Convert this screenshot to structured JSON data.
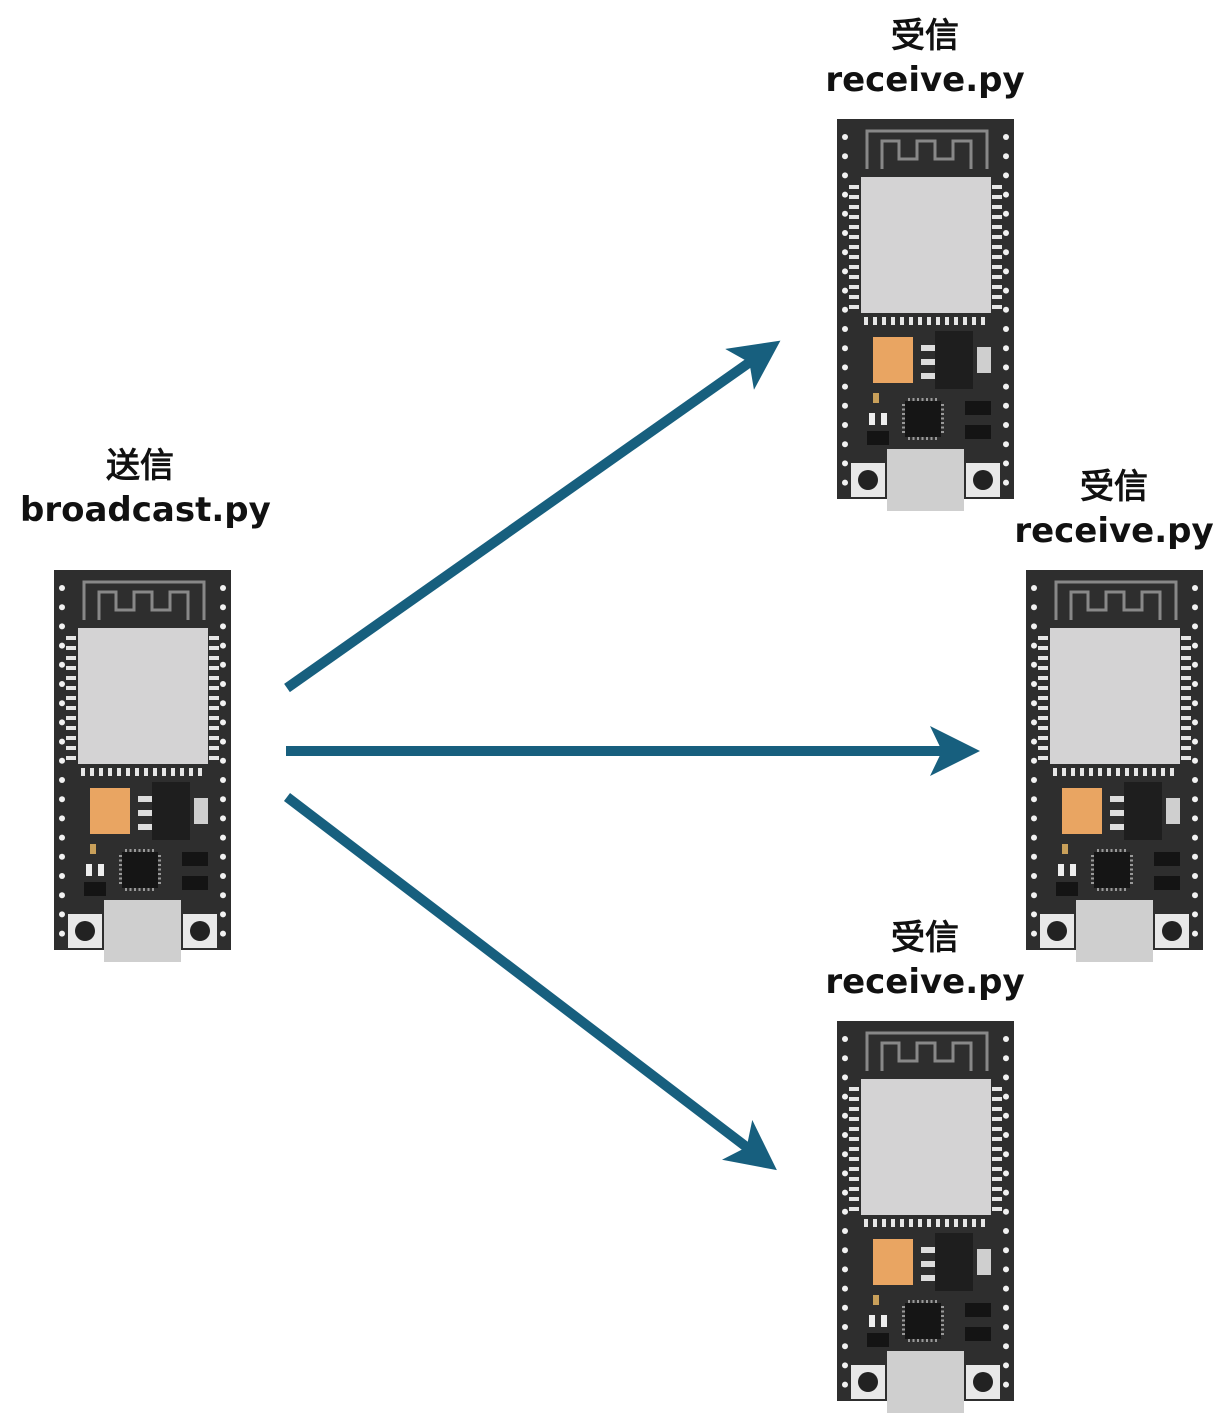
{
  "colors": {
    "arrow": "#175f7e",
    "pcb": "#2e2e2e",
    "module": "#d4d3d4",
    "usb": "#cfcfcf",
    "regulator": "#e9a562"
  },
  "sender": {
    "role": "送信",
    "file": "broadcast.py",
    "icon": "esp32-devkit-board-icon"
  },
  "receivers": [
    {
      "role": "受信",
      "file": "receive.py",
      "icon": "esp32-devkit-board-icon"
    },
    {
      "role": "受信",
      "file": "receive.py",
      "icon": "esp32-devkit-board-icon"
    },
    {
      "role": "受信",
      "file": "receive.py",
      "icon": "esp32-devkit-board-icon"
    }
  ]
}
